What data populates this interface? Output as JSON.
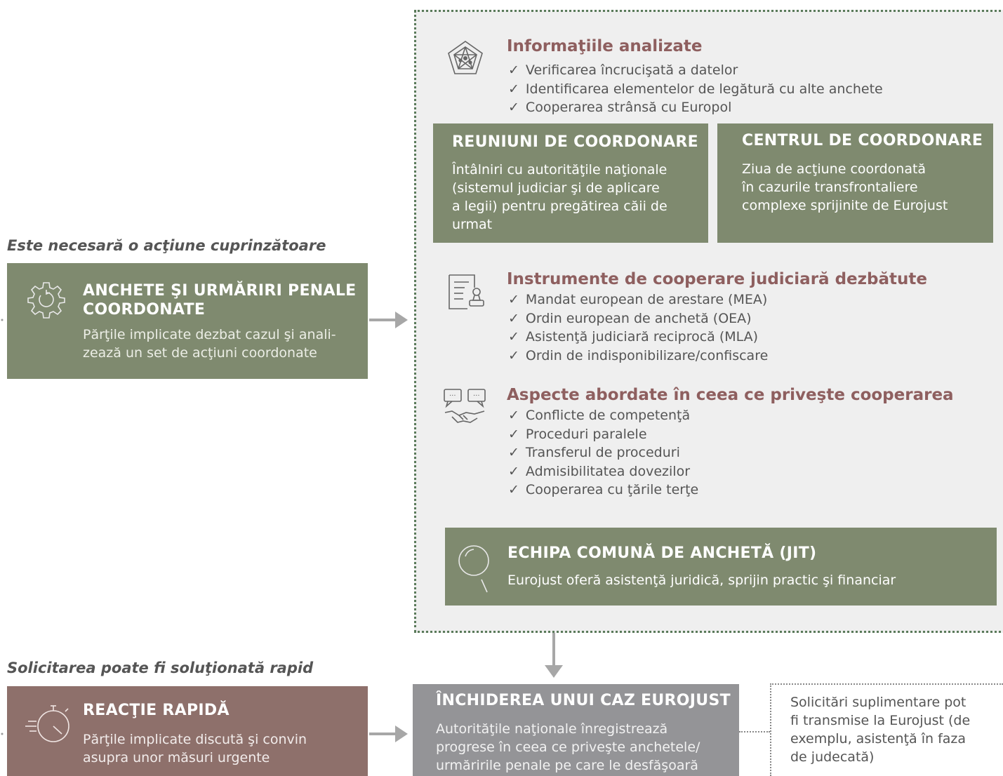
{
  "panel": {
    "info": {
      "title": "Informaţiile analizate",
      "items": [
        "Verificarea încrucişată a datelor",
        "Identificarea elementelor de legătură cu alte anchete",
        "Cooperarea strânsă cu Europol"
      ]
    },
    "meetings": {
      "title": "REUNIUNI DE COORDONARE",
      "lines": [
        "Întâlniri cu autorităţile naţionale",
        "(sistemul judiciar şi de aplicare",
        "a legii) pentru pregătirea căii de",
        "urmat"
      ]
    },
    "centre": {
      "title": "CENTRUL DE COORDONARE",
      "lines": [
        "Ziua de acţiune coordonată",
        "în cazurile transfrontaliere",
        "complexe sprijinite de Eurojust"
      ]
    },
    "instruments": {
      "title": "Instrumente de cooperare judiciară dezbătute",
      "items": [
        "Mandat european de arestare (MEA)",
        "Ordin european de anchetă (OEA)",
        "Asistenţă judiciară reciprocă (MLA)",
        "Ordin de indisponibilizare/confiscare"
      ]
    },
    "aspects": {
      "title": "Aspecte abordate în ceea ce priveşte cooperarea",
      "items": [
        "Conflicte de competenţă",
        "Proceduri paralele",
        "Transferul de proceduri",
        "Admisibilitatea dovezilor",
        "Cooperarea cu ţările terţe"
      ]
    },
    "jit": {
      "title": "ECHIPA COMUNĂ DE ANCHETĂ (JIT)",
      "body": "Eurojust oferă asistenţă juridică, sprijin practic şi financiar"
    }
  },
  "left_top": {
    "caption": "Este necesară o acţiune cuprinzătoare",
    "title_lines": [
      "ANCHETE ŞI URMĂRIRI PENALE",
      "COORDONATE"
    ],
    "body_lines": [
      "Părţile implicate dezbat cazul şi anali-",
      "zează un set de acţiuni coordonate"
    ]
  },
  "left_bottom": {
    "caption": "Solicitarea poate fi soluţionată rapid",
    "title": "REACŢIE RAPIDĂ",
    "body_lines": [
      "Părţile implicate discută şi convin",
      "asupra unor măsuri urgente"
    ]
  },
  "closing": {
    "title": "ÎNCHIDEREA UNUI CAZ EUROJUST",
    "body_lines": [
      "Autorităţile naţionale înregistrează",
      "progrese în ceea ce priveşte anchetele/",
      "urmăririle penale pe care le desfăşoară"
    ]
  },
  "note": {
    "lines": [
      "Solicitări suplimentare pot",
      "fi transmise la Eurojust (de",
      "exemplu, asistenţă în faza",
      "de judecată)"
    ]
  },
  "colors": {
    "green": "#7f8a6f",
    "mauve": "#8e706b",
    "grey": "#949497",
    "heading_red": "#8e5f5f",
    "panel_bg": "#efefef"
  }
}
